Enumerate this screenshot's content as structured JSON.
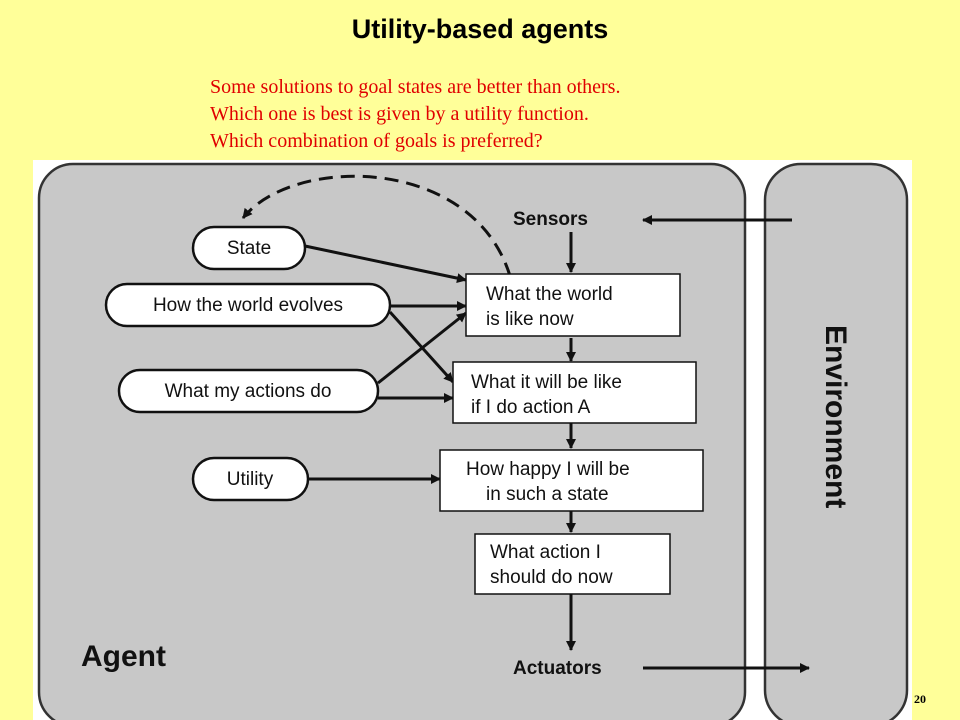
{
  "title": "Utility-based agents",
  "description_lines": [
    "Some solutions to goal states are better than others.",
    "Which one is best is given by a utility function.",
    "Which combination of goals is preferred?"
  ],
  "diagram": {
    "agent_label": "Agent",
    "environment_label": "Environment",
    "sensors_label": "Sensors",
    "actuators_label": "Actuators",
    "state_label": "State",
    "world_evolves_label": "How the world evolves",
    "actions_do_label": "What my actions do",
    "utility_label": "Utility",
    "world_now": [
      "What the world",
      "is like now"
    ],
    "action_a": [
      "What it will be like",
      "if I do action A"
    ],
    "happy": [
      "How happy I will be",
      "in such a state"
    ],
    "action_now": [
      "What action I",
      "should do now"
    ]
  },
  "colors": {
    "slide_background": "#ffff99",
    "panel_fill": "#c8c8c8",
    "subtitle_text": "#e00000"
  },
  "page_number": "20"
}
